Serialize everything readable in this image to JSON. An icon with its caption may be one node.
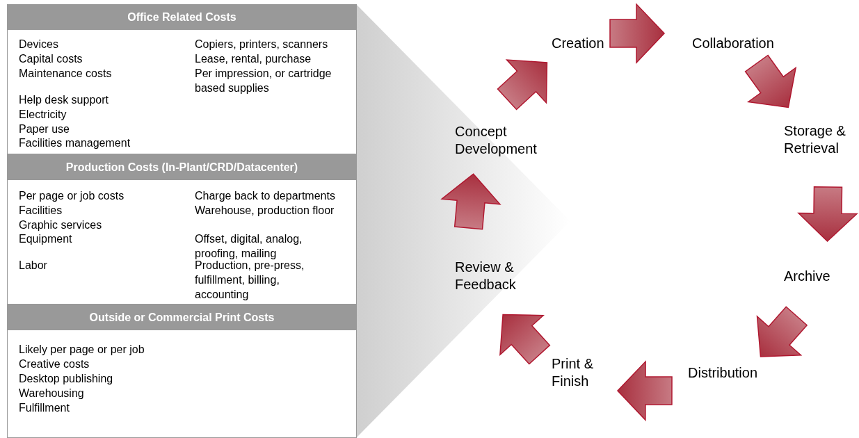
{
  "diagram": {
    "nodes": [
      {
        "text": [
          "Office Related Costs",
          "Devices",
          "Copiers, printers, scanners",
          "Capital costs",
          "Lease, rental, purchase",
          "Maintenance costs",
          "Per impression, or cartridge based supplies",
          "Help desk support",
          "Electricity",
          "Paper use",
          "Facilities management"
        ]
      },
      {
        "text": [
          "Production Costs (In-Plant/CRD/Datacenter)",
          "Per page or job costs",
          "Charge back to departments",
          "Facilities",
          "Warehouse, production floor",
          "Graphic services",
          "Equipment",
          "Offset, digital, analog, proofing, mailing",
          "Labor",
          "Production, pre-press, fulfillment, billing, accounting"
        ]
      },
      {
        "text": [
          "Outside or Commercial Print Costs",
          "Likely per page or per job",
          "Creative costs",
          "Desktop publishing",
          "Warehousing",
          "Fulfillment"
        ]
      },
      {
        "text": [
          "Creation"
        ]
      },
      {
        "text": [
          "Collaboration"
        ]
      },
      {
        "text": [
          "Storage & Retrieval"
        ]
      },
      {
        "text": [
          "Archive"
        ]
      },
      {
        "text": [
          "Distribution"
        ]
      },
      {
        "text": [
          "Print & Finish"
        ]
      },
      {
        "text": [
          "Review & Feedback"
        ]
      },
      {
        "text": [
          "Concept Development"
        ]
      }
    ],
    "edges": [
      {
        "from": 10,
        "to": 3,
        "arrow": "to"
      },
      {
        "from": 3,
        "to": 4,
        "arrow": "to"
      },
      {
        "from": 4,
        "to": 5,
        "arrow": "to"
      },
      {
        "from": 5,
        "to": 6,
        "arrow": "to"
      },
      {
        "from": 6,
        "to": 7,
        "arrow": "to"
      },
      {
        "from": 7,
        "to": 8,
        "arrow": "to"
      },
      {
        "from": 8,
        "to": 9,
        "arrow": "to"
      },
      {
        "from": 9,
        "to": 10,
        "arrow": "to"
      }
    ]
  }
}
